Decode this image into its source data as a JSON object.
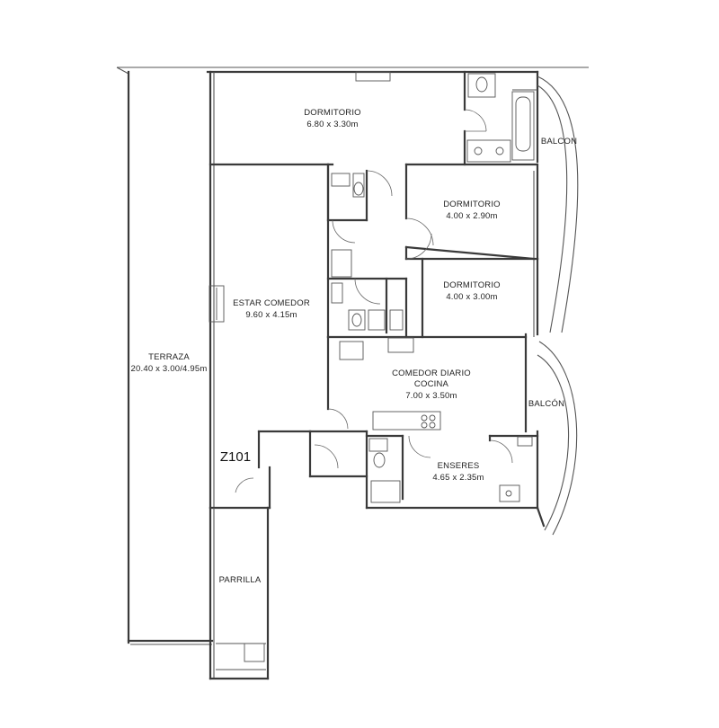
{
  "unit_code": "Z101",
  "rooms": [
    {
      "name": "DORMITORIO",
      "size": "6.80 x 3.30m"
    },
    {
      "name": "DORMITORIO",
      "size": "4.00 x 2.90m"
    },
    {
      "name": "DORMITORIO",
      "size": "4.00 x 3.00m"
    },
    {
      "name": "ESTAR COMEDOR",
      "size": "9.60 x 4.15m"
    },
    {
      "name": "TERRAZA",
      "size": "20.40 x 3.00/4.95m"
    },
    {
      "name": "COMEDOR DIARIO",
      "name2": "COCINA",
      "size": "7.00 x 3.50m"
    },
    {
      "name": "ENSERES",
      "size": "4.65 x 2.35m"
    },
    {
      "name": "PARRILLA"
    },
    {
      "name": "BALCON"
    },
    {
      "name": "BALCÓN"
    }
  ]
}
